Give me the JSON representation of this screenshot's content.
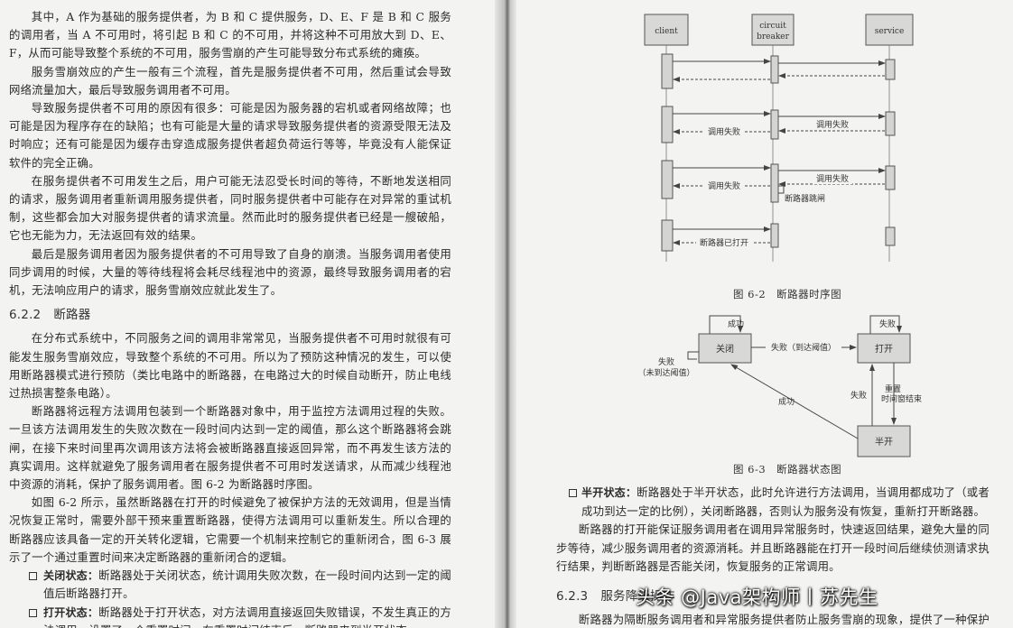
{
  "left_page": {
    "paragraphs": [
      "其中，A 作为基础的服务提供者，为 B 和 C 提供服务，D、E、F 是 B 和 C 服务的调用者，当 A 不可用时，将引起 B 和 C 的不可用，并将这种不可用放大到 D、E、F，从而可能导致整个系统的不可用，服务雪崩的产生可能导致分布式系统的瘫痪。",
      "服务雪崩效应的产生一般有三个流程，首先是服务提供者不可用，然后重试会导致网络流量加大，最后导致服务调用者不可用。",
      "导致服务提供者不可用的原因有很多：可能是因为服务器的宕机或者网络故障；也可能是因为程序存在的缺陷；也有可能是大量的请求导致服务提供者的资源受限无法及时响应；还有可能是因为缓存击穿造成服务提供者超负荷运行等等，毕竟没有人能保证软件的完全正确。",
      "在服务提供者不可用发生之后，用户可能无法忍受长时间的等待，不断地发送相同的请求，服务调用者重新调用服务提供者，同时服务提供者中可能存在对异常的重试机制，这些都会加大对服务提供者的请求流量。然而此时的服务提供者已经是一艘破船，它也无能为力，无法返回有效的结果。",
      "最后是服务调用者因为服务提供者的不可用导致了自身的崩溃。当服务调用者使用同步调用的时候，大量的等待线程将会耗尽线程池中的资源，最终导致服务调用者的宕机，无法响应用户的请求，服务雪崩效应就此发生了。"
    ],
    "section_number": "6.2.2",
    "section_title": "断路器",
    "paragraphs2": [
      "在分布式系统中，不同服务之间的调用非常常见，当服务提供者不可用时就很有可能发生服务雪崩效应，导致整个系统的不可用。所以为了预防这种情况的发生，可以使用断路器模式进行预防（类比电路中的断路器，在电路过大的时候自动断开，防止电线过热损害整条电路）。",
      "断路器将远程方法调用包装到一个断路器对象中，用于监控方法调用过程的失败。一旦该方法调用发生的失败次数在一段时间内达到一定的阈值，那么这个断路器将会跳闸，在接下来时间里再次调用该方法将会被断路器直接返回异常，而不再发生该方法的真实调用。这样就避免了服务调用者在服务提供者不可用时发送请求，从而减少线程池中资源的消耗，保护了服务调用者。图 6-2 为断路器时序图。",
      "如图 6-2 所示，虽然断路器在打开的时候避免了被保护方法的无效调用，但是当情况恢复正常时，需要外部干预来重置断路器，使得方法调用可以重新发生。所以合理的断路器应该具备一定的开关转化逻辑，它需要一个机制来控制它的重新闭合，图 6-3 展示了一个通过重置时间来决定断路器的重新闭合的逻辑。"
    ],
    "bullets": [
      {
        "label": "关闭状态：",
        "text": "断路器处于关闭状态，统计调用失败次数，在一段时间内达到一定的阈值后断路器打开。"
      },
      {
        "label": "打开状态：",
        "text": "断路器处于打开状态，对方法调用直接返回失败错误，不发生真正的方法调用。设置了一个重置时间，在重置时间结束后，断路器来到半开状态。"
      }
    ]
  },
  "right_page": {
    "seq": {
      "client": "client",
      "breaker_line1": "circuit",
      "breaker_line2": "breaker",
      "service": "service",
      "call_fail": "调用失败",
      "breaker_trip": "断路器跳闸",
      "breaker_open": "断路器已打开"
    },
    "fig2_caption": "图 6-2　断路器时序图",
    "state": {
      "closed": "关闭",
      "open": "打开",
      "half_open": "半开",
      "success": "成功",
      "fail": "失败",
      "fail_threshold": "失败（到达阈值）",
      "fail_not_threshold_1": "失败",
      "fail_not_threshold_2": "（未到达阈值）",
      "reset_1": "重置",
      "reset_2": "时间窗结束"
    },
    "fig3_caption": "图 6-3　断路器状态图",
    "bullet": {
      "label": "半开状态：",
      "text": "断路器处于半开状态，此时允许进行方法调用，当调用都成功了（或者成功到达一定的比例），关闭断路器，否则认为服务没有恢复，重新打开断路器。"
    },
    "paragraph": "断路器的打开能保证服务调用者在调用异常服务时，快速返回结果，避免大量的同步等待，减少服务调用者的资源消耗。并且断路器能在打开一段时间后继续侦测请求执行结果，判断断路器是否能关闭，恢复服务的正常调用。",
    "section_number": "6.2.3",
    "section_title": "服务降级操作",
    "last_line": "断路器为隔断服务调用者和异常服务提供者防止服务雪崩的现象，提供了一种保护措"
  },
  "watermark": "头条 @Java架构师丨苏先生"
}
